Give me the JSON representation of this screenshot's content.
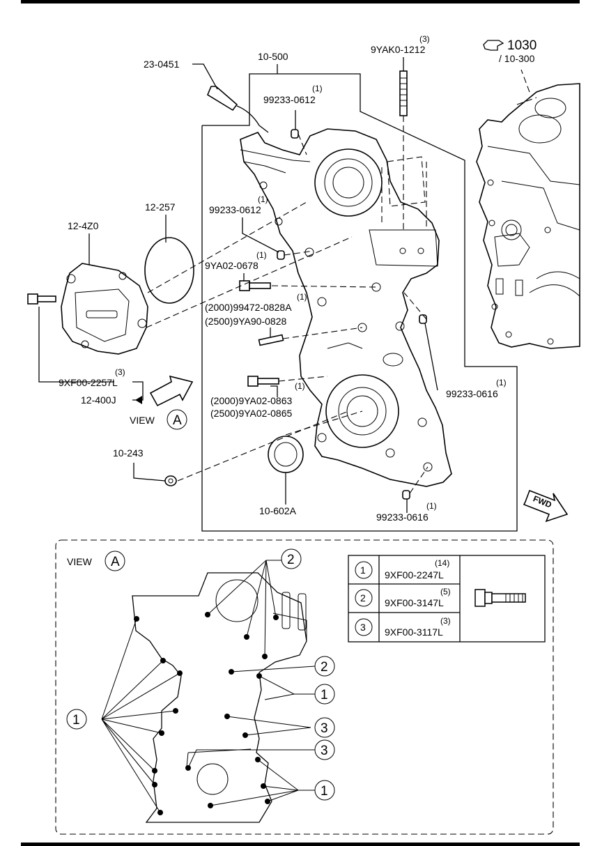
{
  "diagram": {
    "ref_main": "1030",
    "ref_sub": "/ 10-300",
    "fwd": "FWD",
    "view_word": "VIEW",
    "view_letter": "A",
    "parts": {
      "p_23_0451": "23-0451",
      "p_10_500": "10-500",
      "p_9yak0_1212": "9YAK0-1212",
      "q_9yak0_1212": "(3)",
      "p_99233_0612_a": "99233-0612",
      "q_99233_0612_a": "(1)",
      "p_12_257": "12-257",
      "p_12_4z0": "12-4Z0",
      "p_99233_0612_b": "99233-0612",
      "q_99233_0612_b": "(1)",
      "p_9ya02_0678": "9YA02-0678",
      "q_9ya02_0678": "(1)",
      "p_2000_99472": "(2000)99472-0828A",
      "q_2000_99472": "(1)",
      "p_2500_9ya90": "(2500)9YA90-0828",
      "p_9xf00_2257l": "9XF00-2257L",
      "q_9xf00_2257l": "(3)",
      "p_12_400j": "12-400J",
      "p_2000_9ya02_0863": "(2000)9YA02-0863",
      "q_2000_9ya02_0863": "(1)",
      "p_2500_9ya02_0865": "(2500)9YA02-0865",
      "p_99233_0616_a": "99233-0616",
      "q_99233_0616_a": "(1)",
      "p_10_243": "10-243",
      "p_10_602a": "10-602A",
      "p_99233_0616_b": "99233-0616",
      "q_99233_0616_b": "(1)"
    },
    "callouts": [
      "1",
      "2",
      "3"
    ],
    "bolt_table": [
      {
        "key": "1",
        "part": "9XF00-2247L",
        "qty": "(14)"
      },
      {
        "key": "2",
        "part": "9XF00-3147L",
        "qty": "(5)"
      },
      {
        "key": "3",
        "part": "9XF00-3117L",
        "qty": "(3)"
      }
    ]
  }
}
